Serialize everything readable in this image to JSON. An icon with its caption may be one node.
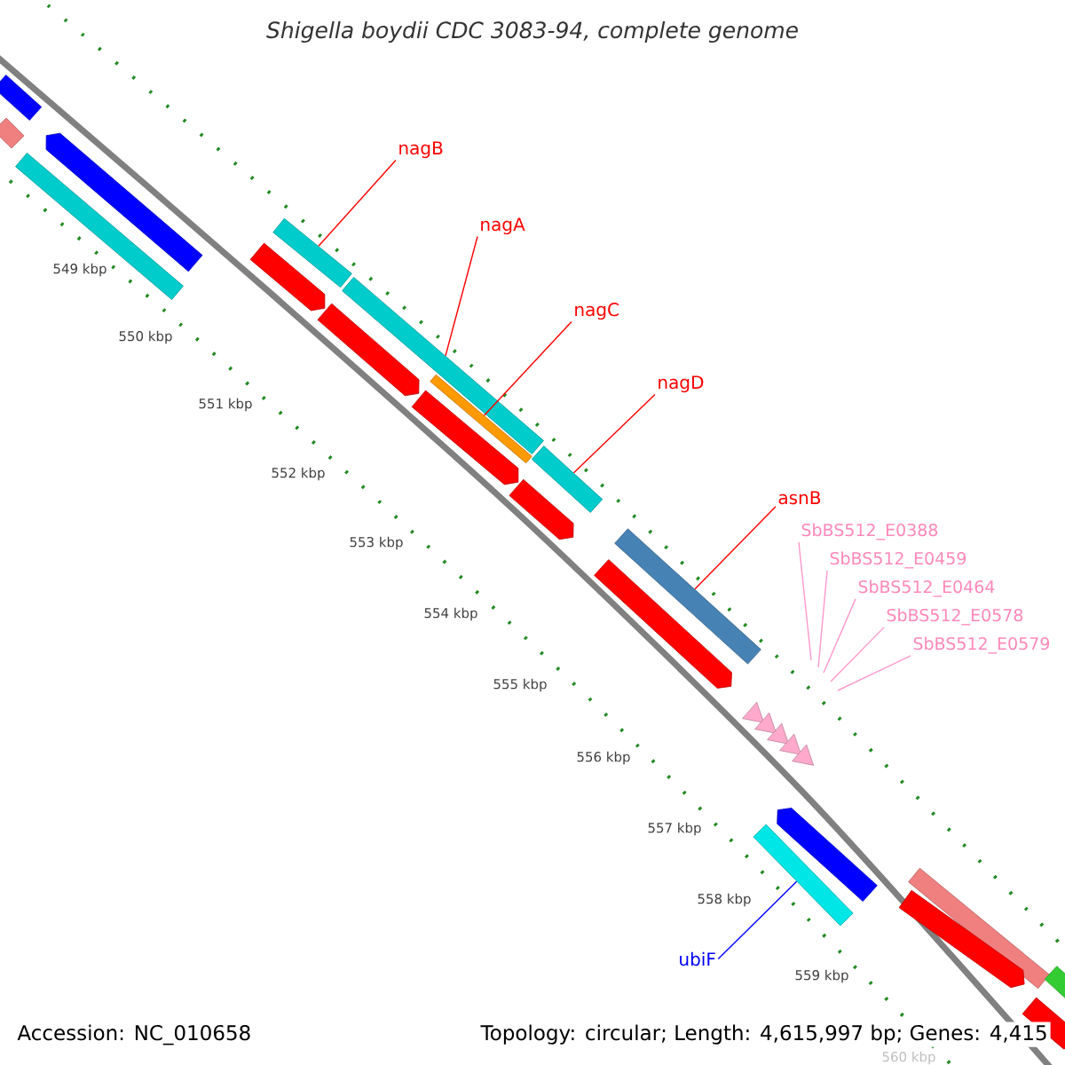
{
  "diagram": {
    "title": "Shigella boydii CDC 3083-94, complete genome",
    "nodes": [
      {
        "text": [],
        "shape": "bar"
      },
      {
        "text": [],
        "shape": "bar"
      },
      {
        "text": [],
        "shape": "arrow"
      },
      {
        "text": [],
        "shape": "bar"
      },
      {
        "text": [
          "nagB"
        ]
      },
      {
        "text": [],
        "shape": "bar"
      },
      {
        "text": [],
        "shape": "arrow"
      },
      {
        "text": [
          "nagA"
        ]
      },
      {
        "text": [],
        "shape": "bar"
      },
      {
        "text": [],
        "shape": "arrow"
      },
      {
        "text": [
          "nagC"
        ]
      },
      {
        "text": [],
        "shape": "bar"
      },
      {
        "text": [],
        "shape": "arrow"
      },
      {
        "text": [
          "nagD"
        ]
      },
      {
        "text": [],
        "shape": "bar"
      },
      {
        "text": [],
        "shape": "arrow"
      },
      {
        "text": [
          "asnB"
        ]
      },
      {
        "text": [],
        "shape": "bar"
      },
      {
        "text": [],
        "shape": "arrow"
      },
      {
        "text": [
          "SbBS512_E0388"
        ]
      },
      {
        "text": [
          "SbBS512_E0459"
        ]
      },
      {
        "text": [
          "SbBS512_E0464"
        ]
      },
      {
        "text": [
          "SbBS512_E0578"
        ]
      },
      {
        "text": [
          "SbBS512_E0579"
        ]
      },
      {
        "text": [],
        "shape": "triangle"
      },
      {
        "text": [],
        "shape": "triangle"
      },
      {
        "text": [],
        "shape": "triangle"
      },
      {
        "text": [],
        "shape": "triangle"
      },
      {
        "text": [],
        "shape": "triangle"
      },
      {
        "text": [],
        "shape": "arrow"
      },
      {
        "text": [],
        "shape": "bar"
      },
      {
        "text": [
          "ubiF"
        ]
      },
      {
        "text": [],
        "shape": "bar"
      },
      {
        "text": [],
        "shape": "arrow"
      },
      {
        "text": [],
        "shape": "bar"
      },
      {
        "text": [],
        "shape": "arrow"
      }
    ],
    "edges": [
      {
        "from": 4,
        "to": 5,
        "arrow": "none"
      },
      {
        "from": 7,
        "to": 8,
        "arrow": "none"
      },
      {
        "from": 10,
        "to": 11,
        "arrow": "none"
      },
      {
        "from": 13,
        "to": 14,
        "arrow": "none"
      },
      {
        "from": 16,
        "to": 17,
        "arrow": "none"
      },
      {
        "from": 19,
        "to": null,
        "arrow": "none",
        "color": "#ff99cc"
      },
      {
        "from": 20,
        "to": null,
        "arrow": "none",
        "color": "#ff99cc"
      },
      {
        "from": 21,
        "to": null,
        "arrow": "none",
        "color": "#ff99cc"
      },
      {
        "from": 22,
        "to": null,
        "arrow": "none",
        "color": "#ff99cc"
      },
      {
        "from": 23,
        "to": null,
        "arrow": "none",
        "color": "#ff99cc"
      },
      {
        "from": 31,
        "to": 30,
        "arrow": "none",
        "color": "#0000ff"
      }
    ],
    "labels": [
      "549 kbp",
      "550 kbp",
      "551 kbp",
      "552 kbp",
      "553 kbp",
      "554 kbp",
      "555 kbp",
      "556 kbp",
      "557 kbp",
      "558 kbp",
      "559 kbp",
      "560 kbp",
      "Accession: NC_010658",
      "Topology: circular; Length: 4,615,997 bp; Genes: 4,415"
    ]
  }
}
